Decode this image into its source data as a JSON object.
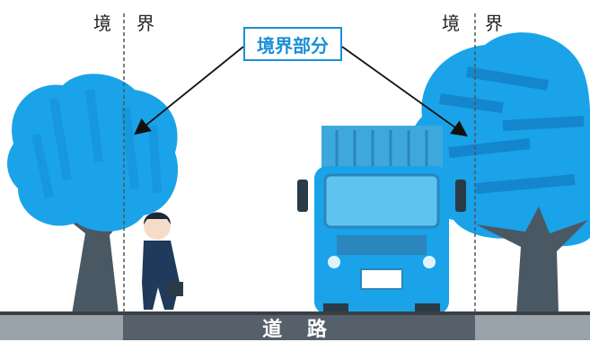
{
  "labels": {
    "left_boundary_char1": "境",
    "left_boundary_char2": "界",
    "right_boundary_char1": "境",
    "right_boundary_char2": "界",
    "boundary_part": "境界部分",
    "road": "道 路"
  },
  "colors": {
    "tree_blue": "#1aa3e8",
    "tree_dark": "#0f6fb8",
    "trunk": "#4a5863",
    "road_dark": "#55606a",
    "road_light": "#9aa3aa",
    "ground_line": "#3a3f44",
    "accent_blue": "#1b8fd6"
  }
}
